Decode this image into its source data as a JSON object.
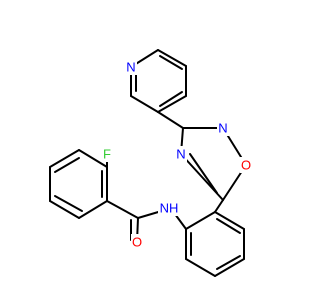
{
  "molecule": {
    "colors": {
      "bond": "#000000",
      "N": "#0000ff",
      "O": "#ff0000",
      "F": "#33cc33"
    },
    "atom_labels": [
      {
        "id": "n-pyridine",
        "text": "N",
        "element": "N"
      },
      {
        "id": "n-oxadiazole-upper",
        "text": "N",
        "element": "N"
      },
      {
        "id": "o-oxadiazole",
        "text": "O",
        "element": "O"
      },
      {
        "id": "n-oxadiazole-lower",
        "text": "N",
        "element": "N"
      },
      {
        "id": "fluorine",
        "text": "F",
        "element": "F"
      },
      {
        "id": "n-amide",
        "text": "NH",
        "element": "N"
      },
      {
        "id": "o-carbonyl",
        "text": "O",
        "element": "O"
      }
    ]
  }
}
